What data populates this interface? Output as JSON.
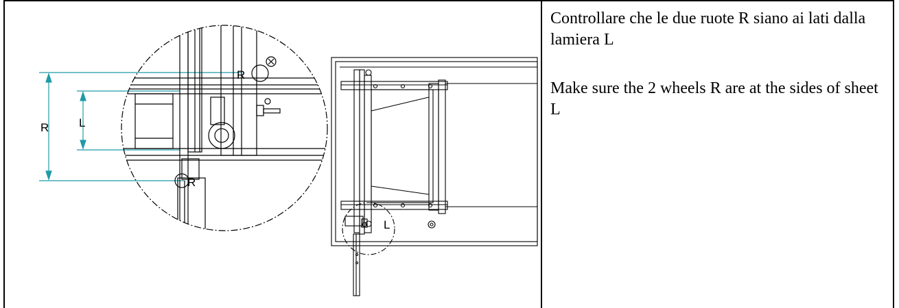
{
  "figure": {
    "labels": {
      "r_top": "R",
      "r_bottom": "R",
      "r_dimension": "R",
      "l_dimension": "L",
      "l_overview": "L"
    }
  },
  "instructions": {
    "italian": "Controllare che le due ruote R siano ai lati dalla lamiera L",
    "english": "Make sure the 2 wheels R are at the sides of sheet L"
  },
  "colors": {
    "dimension_line": "#1f9aa8",
    "drawing_line": "#000000"
  }
}
